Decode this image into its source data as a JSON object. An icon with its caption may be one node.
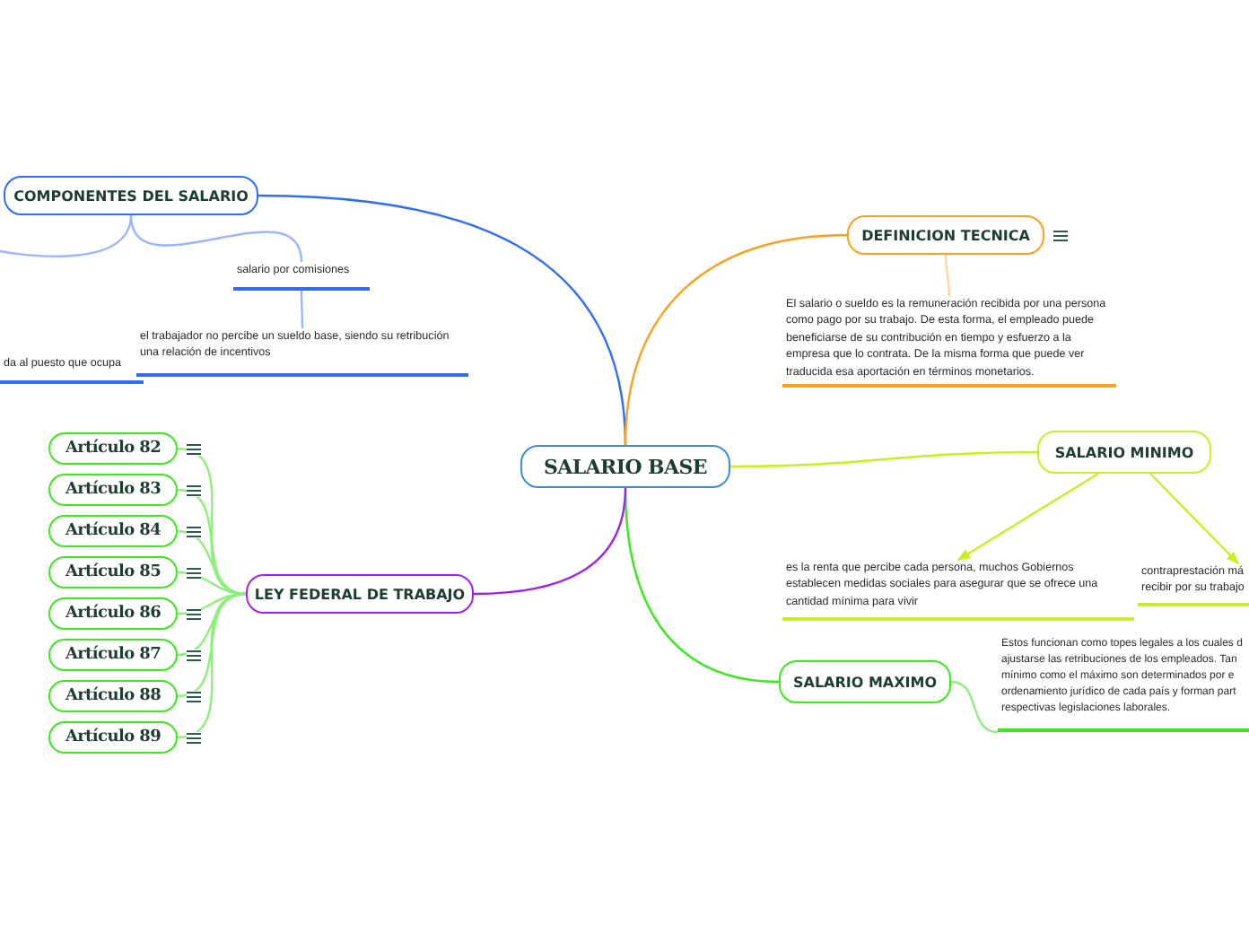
{
  "diagram": {
    "nodes": [
      {
        "text": [
          "SALARIO BASE"
        ]
      },
      {
        "text": [
          "COMPONENTES DEL SALARIO"
        ]
      },
      {
        "text": [
          "da al puesto que ocupa"
        ]
      },
      {
        "text": [
          "salario por comisiones"
        ]
      },
      {
        "text": [
          "el trabajador no percibe un sueldo base, siendo su retribución una relación de incentivos"
        ]
      },
      {
        "text": [
          "DEFINICION TECNICA"
        ]
      },
      {
        "text": [
          "El salario o sueldo es la remuneración recibida por una persona como pago por su trabajo. De esta forma, el empleado puede beneficiarse de su contribución en tiempo y esfuerzo a la empresa que lo contrata. De la misma forma que puede ver traducida esa aportación en términos monetarios."
        ]
      },
      {
        "text": [
          "SALARIO MINIMO"
        ]
      },
      {
        "text": [
          "es la renta que percibe cada persona, muchos Gobiernos establecen medidas sociales para asegurar que se ofrece una cantidad mínima para vivir"
        ]
      },
      {
        "text": [
          "contraprestación má recibir por su trabajo"
        ]
      },
      {
        "text": [
          "SALARIO MAXIMO"
        ]
      },
      {
        "text": [
          "Estos funcionan como topes legales a los cuales d ajustarse las retribuciones de los empleados. Tan mínimo como el máximo son determinados por e ordenamiento jurídico de cada país y forman part respectivas legislaciones laborales."
        ]
      },
      {
        "text": [
          "LEY FEDERAL DE TRABAJO"
        ]
      },
      {
        "text": [
          "Artículo 82"
        ]
      },
      {
        "text": [
          "Artículo 83"
        ]
      },
      {
        "text": [
          "Artículo 84"
        ]
      },
      {
        "text": [
          "Artículo 85"
        ]
      },
      {
        "text": [
          "Artículo 86"
        ]
      },
      {
        "text": [
          "Artículo 87"
        ]
      },
      {
        "text": [
          "Artículo 88"
        ]
      },
      {
        "text": [
          "Artículo 89"
        ]
      }
    ],
    "edges": [
      {
        "from": 0,
        "to": 1,
        "arrow": "none",
        "color": "#2f6bff"
      },
      {
        "from": 1,
        "to": null,
        "arrow": "none",
        "color": "#9db5ff"
      },
      {
        "from": 1,
        "to": 3,
        "arrow": "none",
        "color": "#9db5ff"
      },
      {
        "from": 3,
        "to": 4,
        "arrow": "none",
        "color": "#9db5ff"
      },
      {
        "from": 0,
        "to": 5,
        "arrow": "none",
        "color": "#ff9f1c"
      },
      {
        "from": 5,
        "to": 6,
        "arrow": "none",
        "color": "#ffd4a8"
      },
      {
        "from": 0,
        "to": 7,
        "arrow": "none",
        "color": "#c8f01e"
      },
      {
        "from": 7,
        "to": 8,
        "arrow": "to",
        "color": "#c8f01e"
      },
      {
        "from": 7,
        "to": 9,
        "arrow": "to",
        "color": "#c8f01e"
      },
      {
        "from": 0,
        "to": 10,
        "arrow": "none",
        "color": "#3ce81e"
      },
      {
        "from": 10,
        "to": 11,
        "arrow": "none",
        "color": "#8cf07a"
      },
      {
        "from": 0,
        "to": 12,
        "arrow": "none",
        "color": "#a020f0"
      },
      {
        "from": 12,
        "to": 13,
        "arrow": "none",
        "color": "#8cf07a"
      },
      {
        "from": 12,
        "to": 14,
        "arrow": "none",
        "color": "#8cf07a"
      },
      {
        "from": 12,
        "to": 15,
        "arrow": "none",
        "color": "#8cf07a"
      },
      {
        "from": 12,
        "to": 16,
        "arrow": "none",
        "color": "#8cf07a"
      },
      {
        "from": 12,
        "to": 17,
        "arrow": "none",
        "color": "#8cf07a"
      },
      {
        "from": 12,
        "to": 18,
        "arrow": "none",
        "color": "#8cf07a"
      },
      {
        "from": 12,
        "to": 19,
        "arrow": "none",
        "color": "#8cf07a"
      },
      {
        "from": 12,
        "to": 20,
        "arrow": "none",
        "color": "#8cf07a"
      }
    ]
  }
}
